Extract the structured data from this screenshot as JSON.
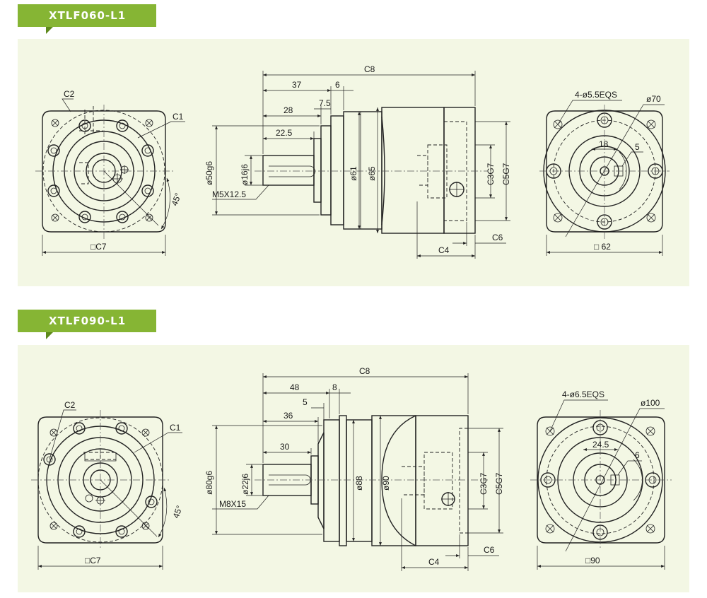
{
  "sections": [
    {
      "model": "XTLF060-L1",
      "front": {
        "c2": "C2",
        "c1": "C1",
        "angle": "45°",
        "square": "□C7"
      },
      "side": {
        "c8": "C8",
        "d37": "37",
        "d6": "6",
        "d7_5": "7.5",
        "d28": "28",
        "d22_5": "22.5",
        "pilot": "ø50g6",
        "shaft": "ø16j6",
        "thread": "M5X12.5",
        "d61": "ø61",
        "d65": "ø65",
        "c3": "C3G7",
        "c5": "C5G7",
        "c6": "C6",
        "c4": "C4"
      },
      "flange": {
        "holes": "4-ø5.5EQS",
        "pcd": "ø70",
        "d18": "18",
        "d5": "5",
        "square": "□ 62"
      }
    },
    {
      "model": "XTLF090-L1",
      "front": {
        "c2": "C2",
        "c1": "C1",
        "angle": "45°",
        "square": "□C7"
      },
      "side": {
        "c8": "C8",
        "d48": "48",
        "d8": "8",
        "d5": "5",
        "d36": "36",
        "d30": "30",
        "pilot": "ø80g6",
        "shaft": "ø22j6",
        "thread": "M8X15",
        "d88": "ø88",
        "d90": "ø90",
        "c3": "C3G7",
        "c5": "C5G7",
        "c6": "C6",
        "c4": "C4"
      },
      "flange": {
        "holes": "4-ø6.5EQS",
        "pcd": "ø100",
        "d24_5": "24.5",
        "d6": "6",
        "square": "□90"
      }
    }
  ]
}
